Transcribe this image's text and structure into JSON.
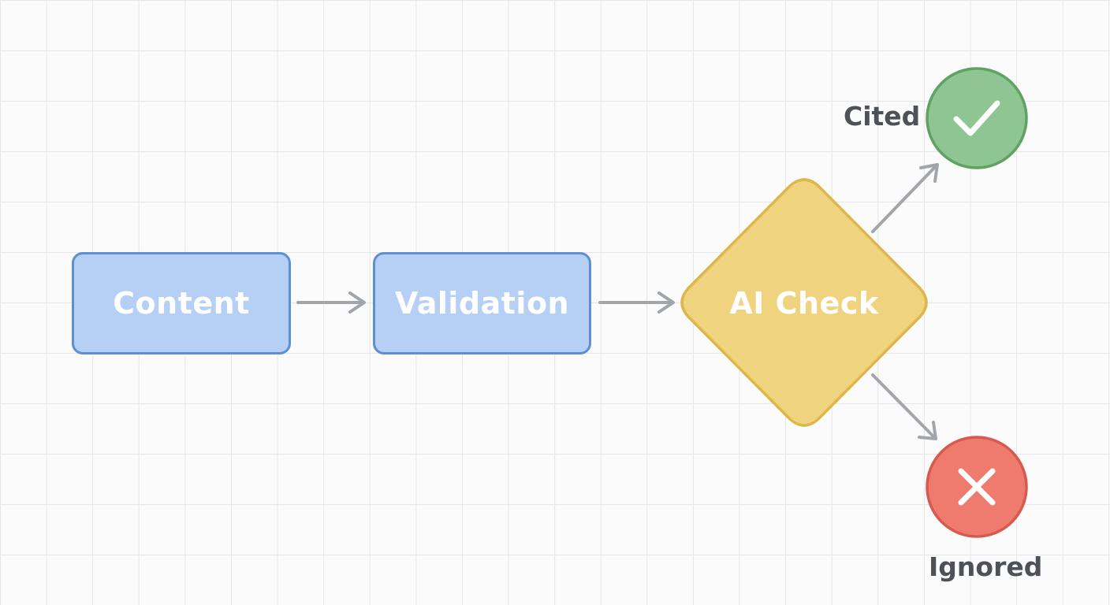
{
  "nodes": {
    "content": "Content",
    "validation": "Validation",
    "decision": "AI Check"
  },
  "outcomes": {
    "cited": "Cited",
    "ignored": "Ignored"
  },
  "icons": {
    "cited": "check-icon",
    "ignored": "x-icon"
  },
  "colors": {
    "process_fill": "#b6cff5",
    "process_border": "#5d8fd1",
    "decision_fill": "#f0d37f",
    "decision_border": "#dcb84b",
    "success_fill": "#8fc592",
    "success_border": "#5fa263",
    "failure_fill": "#ef7b6f",
    "failure_border": "#d75a4f",
    "arrow": "#a2a5aa"
  }
}
